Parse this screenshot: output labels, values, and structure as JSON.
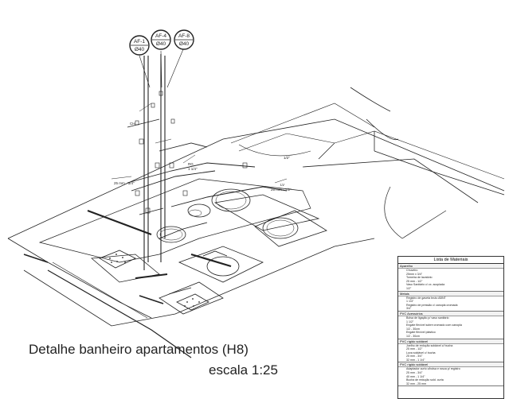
{
  "drawing": {
    "title": "Detalhe banheiro apartamentos (H8)",
    "scale": "escala 1:25"
  },
  "tags": [
    {
      "code": "AF-1",
      "diameter": "Ø40"
    },
    {
      "code": "AF-4",
      "diameter": "Ø40"
    },
    {
      "code": "AF-8",
      "diameter": "Ø40"
    }
  ],
  "annotations": {
    "ch": "CH",
    "rg": "RG",
    "rg_size": "1 1/4\"",
    "lv": "LV",
    "lv_size": "25 mm - 1/2\"",
    "pipe_left": "25 mm - 3/4\"",
    "pipe_right": "1/2\""
  },
  "materials": {
    "title": "Lista de Materiais",
    "groups": [
      {
        "heading": "Aparelho",
        "items": [
          "Chuveiro",
          "25mm x 3/4\"",
          "Torneira de lavatório",
          "25 mm - 1/2\"",
          "Vaso Sanitário c/ cx. acoplada",
          "1/2\""
        ]
      },
      {
        "heading": "Metais",
        "items": [
          "Registro de gaveta bruto ABNT",
          "1 1/4\"",
          "Registro de pressão c/ canopla cromada",
          "3/4\""
        ]
      },
      {
        "heading": "PVC Acessórios",
        "items": [
          "Bolsa de ligação p/ vaso sanitário",
          "1 1/2\"",
          "Engate flexível sobre cromado com canopla",
          "1/2 - 30cm",
          "Engate flexível plástico",
          "1/2 - 30cm"
        ]
      },
      {
        "heading": "PVC rígido soldável",
        "items": [
          "Joelho de redução soldável c/ bucha",
          "25 mm - 1/2\"",
          "Luva soldável c/ bucha",
          "25 mm - 3/4\"",
          "32 mm - 1 1/4\""
        ]
      },
      {
        "heading": "PVC rígido soldável",
        "items": [
          "Adaptador curto c/bolsa e rosca p/ registro",
          "25 mm - 3/4\"",
          "40 mm - 1 1/4\"",
          "Bucha de redução sold. curta",
          "32 mm - 25 mm"
        ]
      }
    ]
  }
}
